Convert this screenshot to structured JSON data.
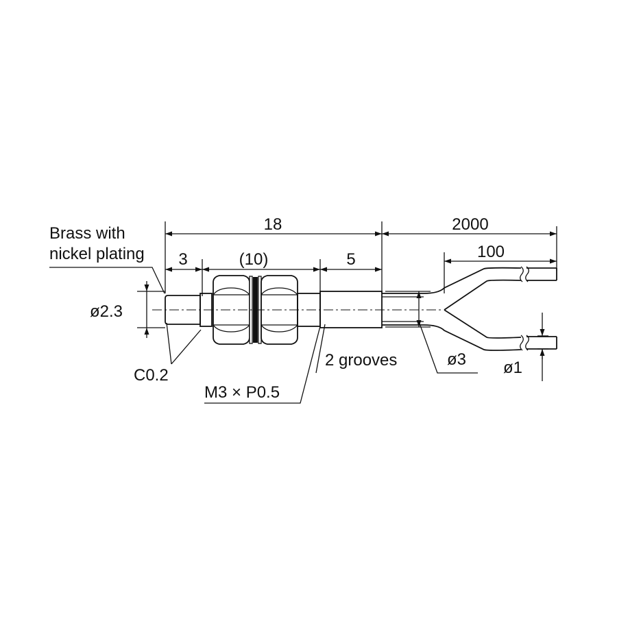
{
  "dimensions": {
    "overall_length": "18",
    "cable_length": "2000",
    "tip_length": "3",
    "thread_length": "(10)",
    "body_length": "5",
    "branch_length": "100",
    "tip_diameter": "ø2.3",
    "cable_diameter": "ø3",
    "fiber_diameter": "ø1"
  },
  "callouts": {
    "material_line1": "Brass with",
    "material_line2": "nickel plating",
    "chamfer": "C0.2",
    "thread": "M3 × P0.5",
    "grooves": "2 grooves"
  },
  "colors": {
    "ink": "#111111",
    "background": "#ffffff"
  }
}
